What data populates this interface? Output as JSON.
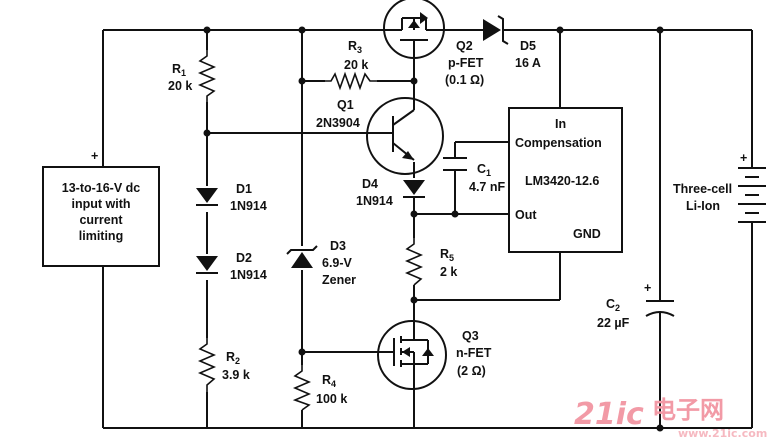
{
  "input_box": {
    "plus": "+",
    "line1": "13-to-16-V dc",
    "line2": "input with",
    "line3": "current",
    "line4": "limiting"
  },
  "r1": {
    "name": "R",
    "sub": "1",
    "value": "20 k"
  },
  "r2": {
    "name": "R",
    "sub": "2",
    "value": "3.9 k"
  },
  "r3": {
    "name": "R",
    "sub": "3",
    "value": "20 k"
  },
  "r4": {
    "name": "R",
    "sub": "4",
    "value": "100 k"
  },
  "r5": {
    "name": "R",
    "sub": "5",
    "value": "2 k"
  },
  "d1": {
    "name": "D1",
    "part": "1N914"
  },
  "d2": {
    "name": "D2",
    "part": "1N914"
  },
  "d3": {
    "name": "D3",
    "value": "6.9-V",
    "type": "Zener"
  },
  "d4": {
    "name": "D4",
    "part": "1N914"
  },
  "d5": {
    "name": "D5",
    "rating": "16 A"
  },
  "q1": {
    "name": "Q1",
    "part": "2N3904"
  },
  "q2": {
    "name": "Q2",
    "type": "p-FET",
    "rds": "(0.1 Ω)"
  },
  "q3": {
    "name": "Q3",
    "type": "n-FET",
    "rds": "(2 Ω)"
  },
  "c1": {
    "name": "C",
    "sub": "1",
    "value": "4.7 nF"
  },
  "c2": {
    "name": "C",
    "sub": "2",
    "value": "22 µF",
    "plus": "+"
  },
  "ic": {
    "pin_in": "In",
    "pin_comp": "Compensation",
    "part": "LM3420-12.6",
    "pin_out": "Out",
    "pin_gnd": "GND"
  },
  "battery": {
    "line1": "Three-cell",
    "line2": "Li-Ion",
    "plus": "+"
  },
  "watermark": {
    "brand": "21ic",
    "cn": "电子网",
    "url": "www.21ic.com"
  },
  "colors": {
    "ink": "#111111",
    "watermark": "#f29aa6",
    "background": "#ffffff"
  }
}
